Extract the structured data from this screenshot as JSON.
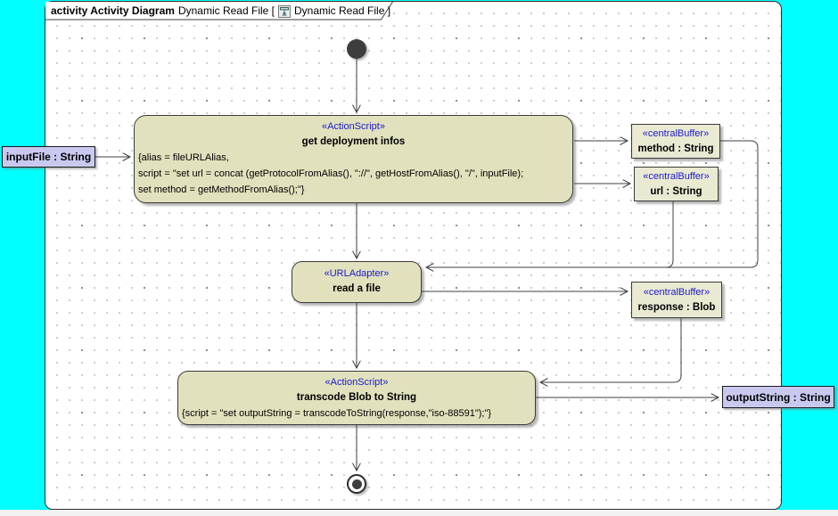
{
  "frame": {
    "title_bold": "activity Activity Diagram",
    "title_context": "Dynamic Read File [",
    "title_view": "Dynamic Read File ]"
  },
  "nodes": {
    "action_get_infos": {
      "stereotype": "«ActionScript»",
      "name": "get deployment infos",
      "body_lines": [
        "{alias = fileURLAlias,",
        "script = \"set url = concat (getProtocolFromAlias(), \"://\", getHostFromAlias(), \"/\", inputFile);",
        "set method = getMethodFromAlias();\"}"
      ]
    },
    "action_read_file": {
      "stereotype": "«URLAdapter»",
      "name": "read a file"
    },
    "action_transcode": {
      "stereotype": "«ActionScript»",
      "name": "transcode Blob to String",
      "body_lines": [
        "{script = \"set outputString = transcodeToString(response,\"iso-88591\");\"}"
      ]
    },
    "buffer_method": {
      "stereotype": "«centralBuffer»",
      "name": "method : String"
    },
    "buffer_url": {
      "stereotype": "«centralBuffer»",
      "name": "url : String"
    },
    "buffer_response": {
      "stereotype": "«centralBuffer»",
      "name": "response : Blob"
    },
    "object_input": {
      "name": "inputFile : String"
    },
    "object_output": {
      "name": "outputString : String"
    }
  },
  "colors": {
    "canvas_background": "#00ffff",
    "frame_background": "#ffffff",
    "action_fill": "#e2e1bd",
    "buffer_fill": "#eae9d2",
    "object_fill": "#c9c9f0",
    "stereotype_blue": "#1a1acc",
    "edge_line": "#3f3f3f"
  }
}
